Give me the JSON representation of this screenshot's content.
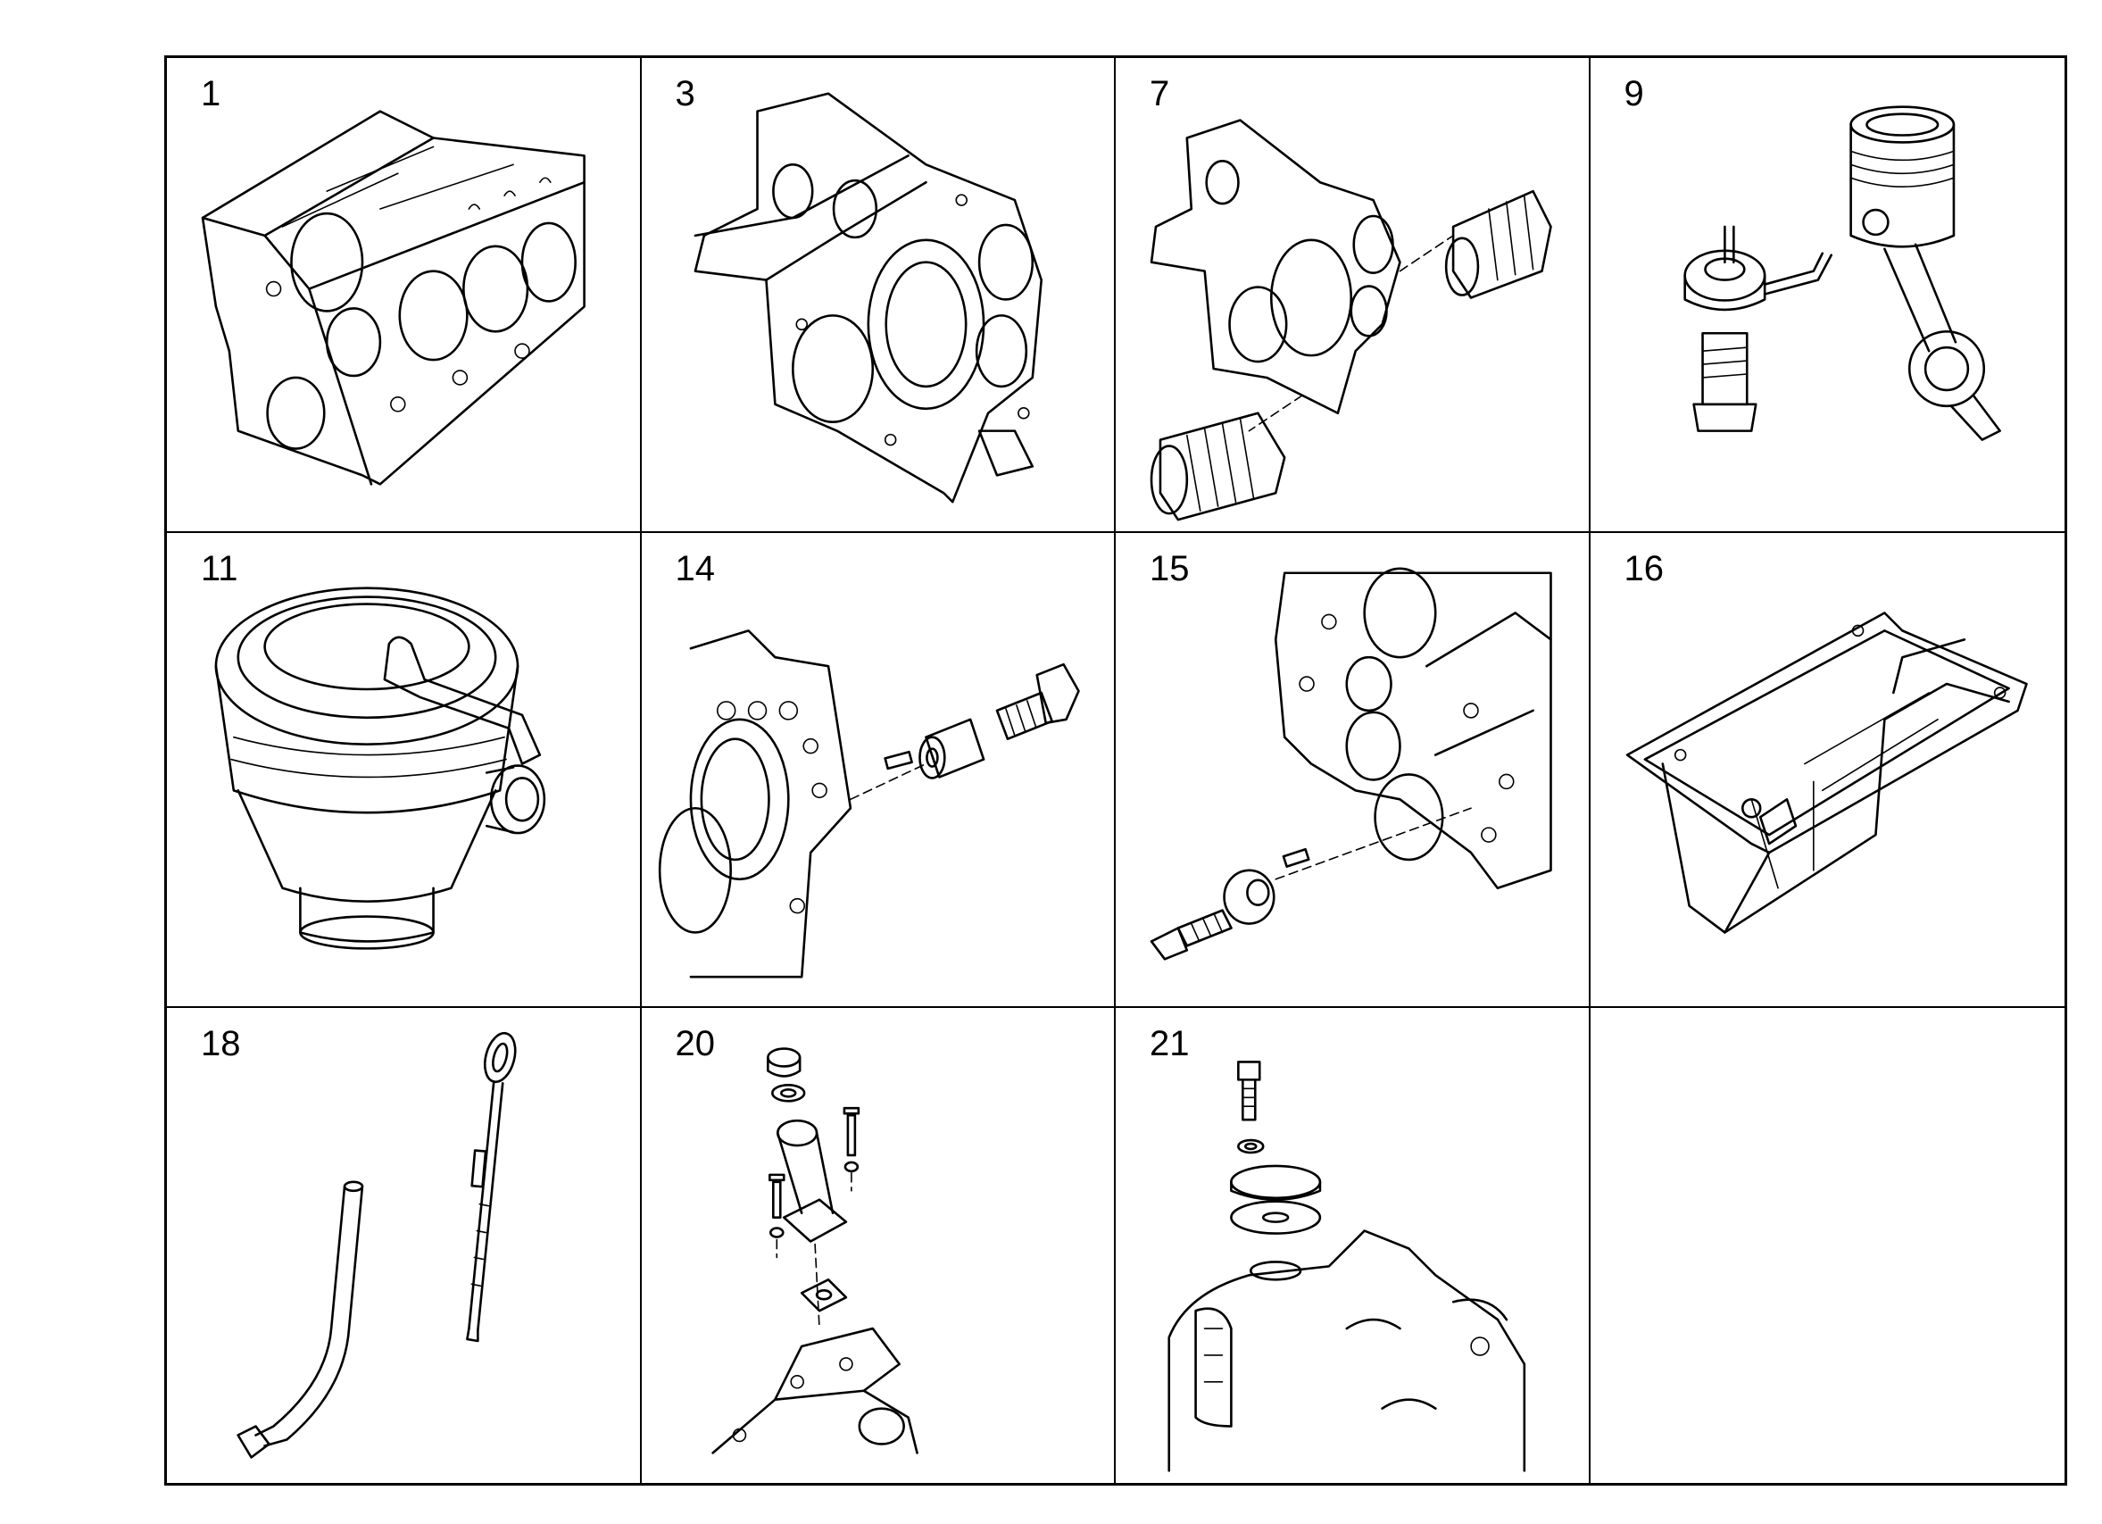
{
  "cells": [
    {
      "label": "1",
      "icon": "engine-block-icon"
    },
    {
      "label": "3",
      "icon": "timing-case-icon"
    },
    {
      "label": "7",
      "icon": "timing-case-with-seals-icon"
    },
    {
      "label": "9",
      "icon": "piston-and-oil-nozzle-icon"
    },
    {
      "label": "11",
      "icon": "oil-filler-icon"
    },
    {
      "label": "14",
      "icon": "block-plug-and-seal-icon"
    },
    {
      "label": "15",
      "icon": "rear-block-plug-icon"
    },
    {
      "label": "16",
      "icon": "oil-pan-icon"
    },
    {
      "label": "18",
      "icon": "dipstick-and-guide-tube-icon"
    },
    {
      "label": "20",
      "icon": "oil-filler-neck-icon"
    },
    {
      "label": "21",
      "icon": "cover-plate-and-gasket-icon"
    },
    {
      "label": "",
      "icon": ""
    }
  ]
}
